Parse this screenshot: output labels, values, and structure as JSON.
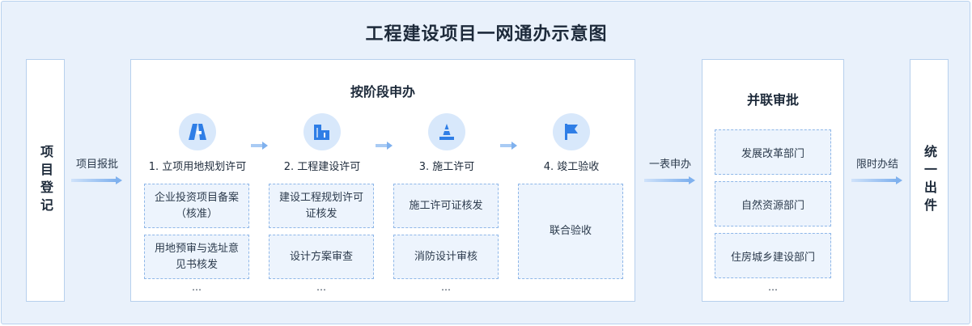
{
  "title": "工程建设项目一网通办示意图",
  "left_panel": {
    "label": "项目登记"
  },
  "right_panel": {
    "label": "统一出件"
  },
  "arrows": {
    "a1": "项目报批",
    "a2": "一表申办",
    "a3": "限时办结"
  },
  "stage_panel": {
    "title": "按阶段申办",
    "stages": [
      {
        "label": "1. 立项用地规划许可",
        "icon": "building-blocks-icon",
        "items": [
          "企业投资项目备案（核准）",
          "用地预审与选址意见书核发"
        ],
        "more": "…"
      },
      {
        "label": "2. 工程建设许可",
        "icon": "buildings-icon",
        "items": [
          "建设工程规划许可证核发",
          "设计方案审查"
        ],
        "more": "…"
      },
      {
        "label": "3. 施工许可",
        "icon": "traffic-cone-icon",
        "items": [
          "施工许可证核发",
          "消防设计审核"
        ],
        "more": "…"
      },
      {
        "label": "4. 竣工验收",
        "icon": "flag-icon",
        "items": [
          "联合验收"
        ],
        "more": ""
      }
    ]
  },
  "parallel_panel": {
    "title": "并联审批",
    "departments": [
      "发展改革部门",
      "自然资源部门",
      "住房城乡建设部门"
    ],
    "more": "…"
  },
  "colors": {
    "background": "#e9f1fb",
    "accent": "#2f7ee6",
    "icon_bg": "#d8e8fb",
    "dashed_border": "#8fb7e8"
  }
}
